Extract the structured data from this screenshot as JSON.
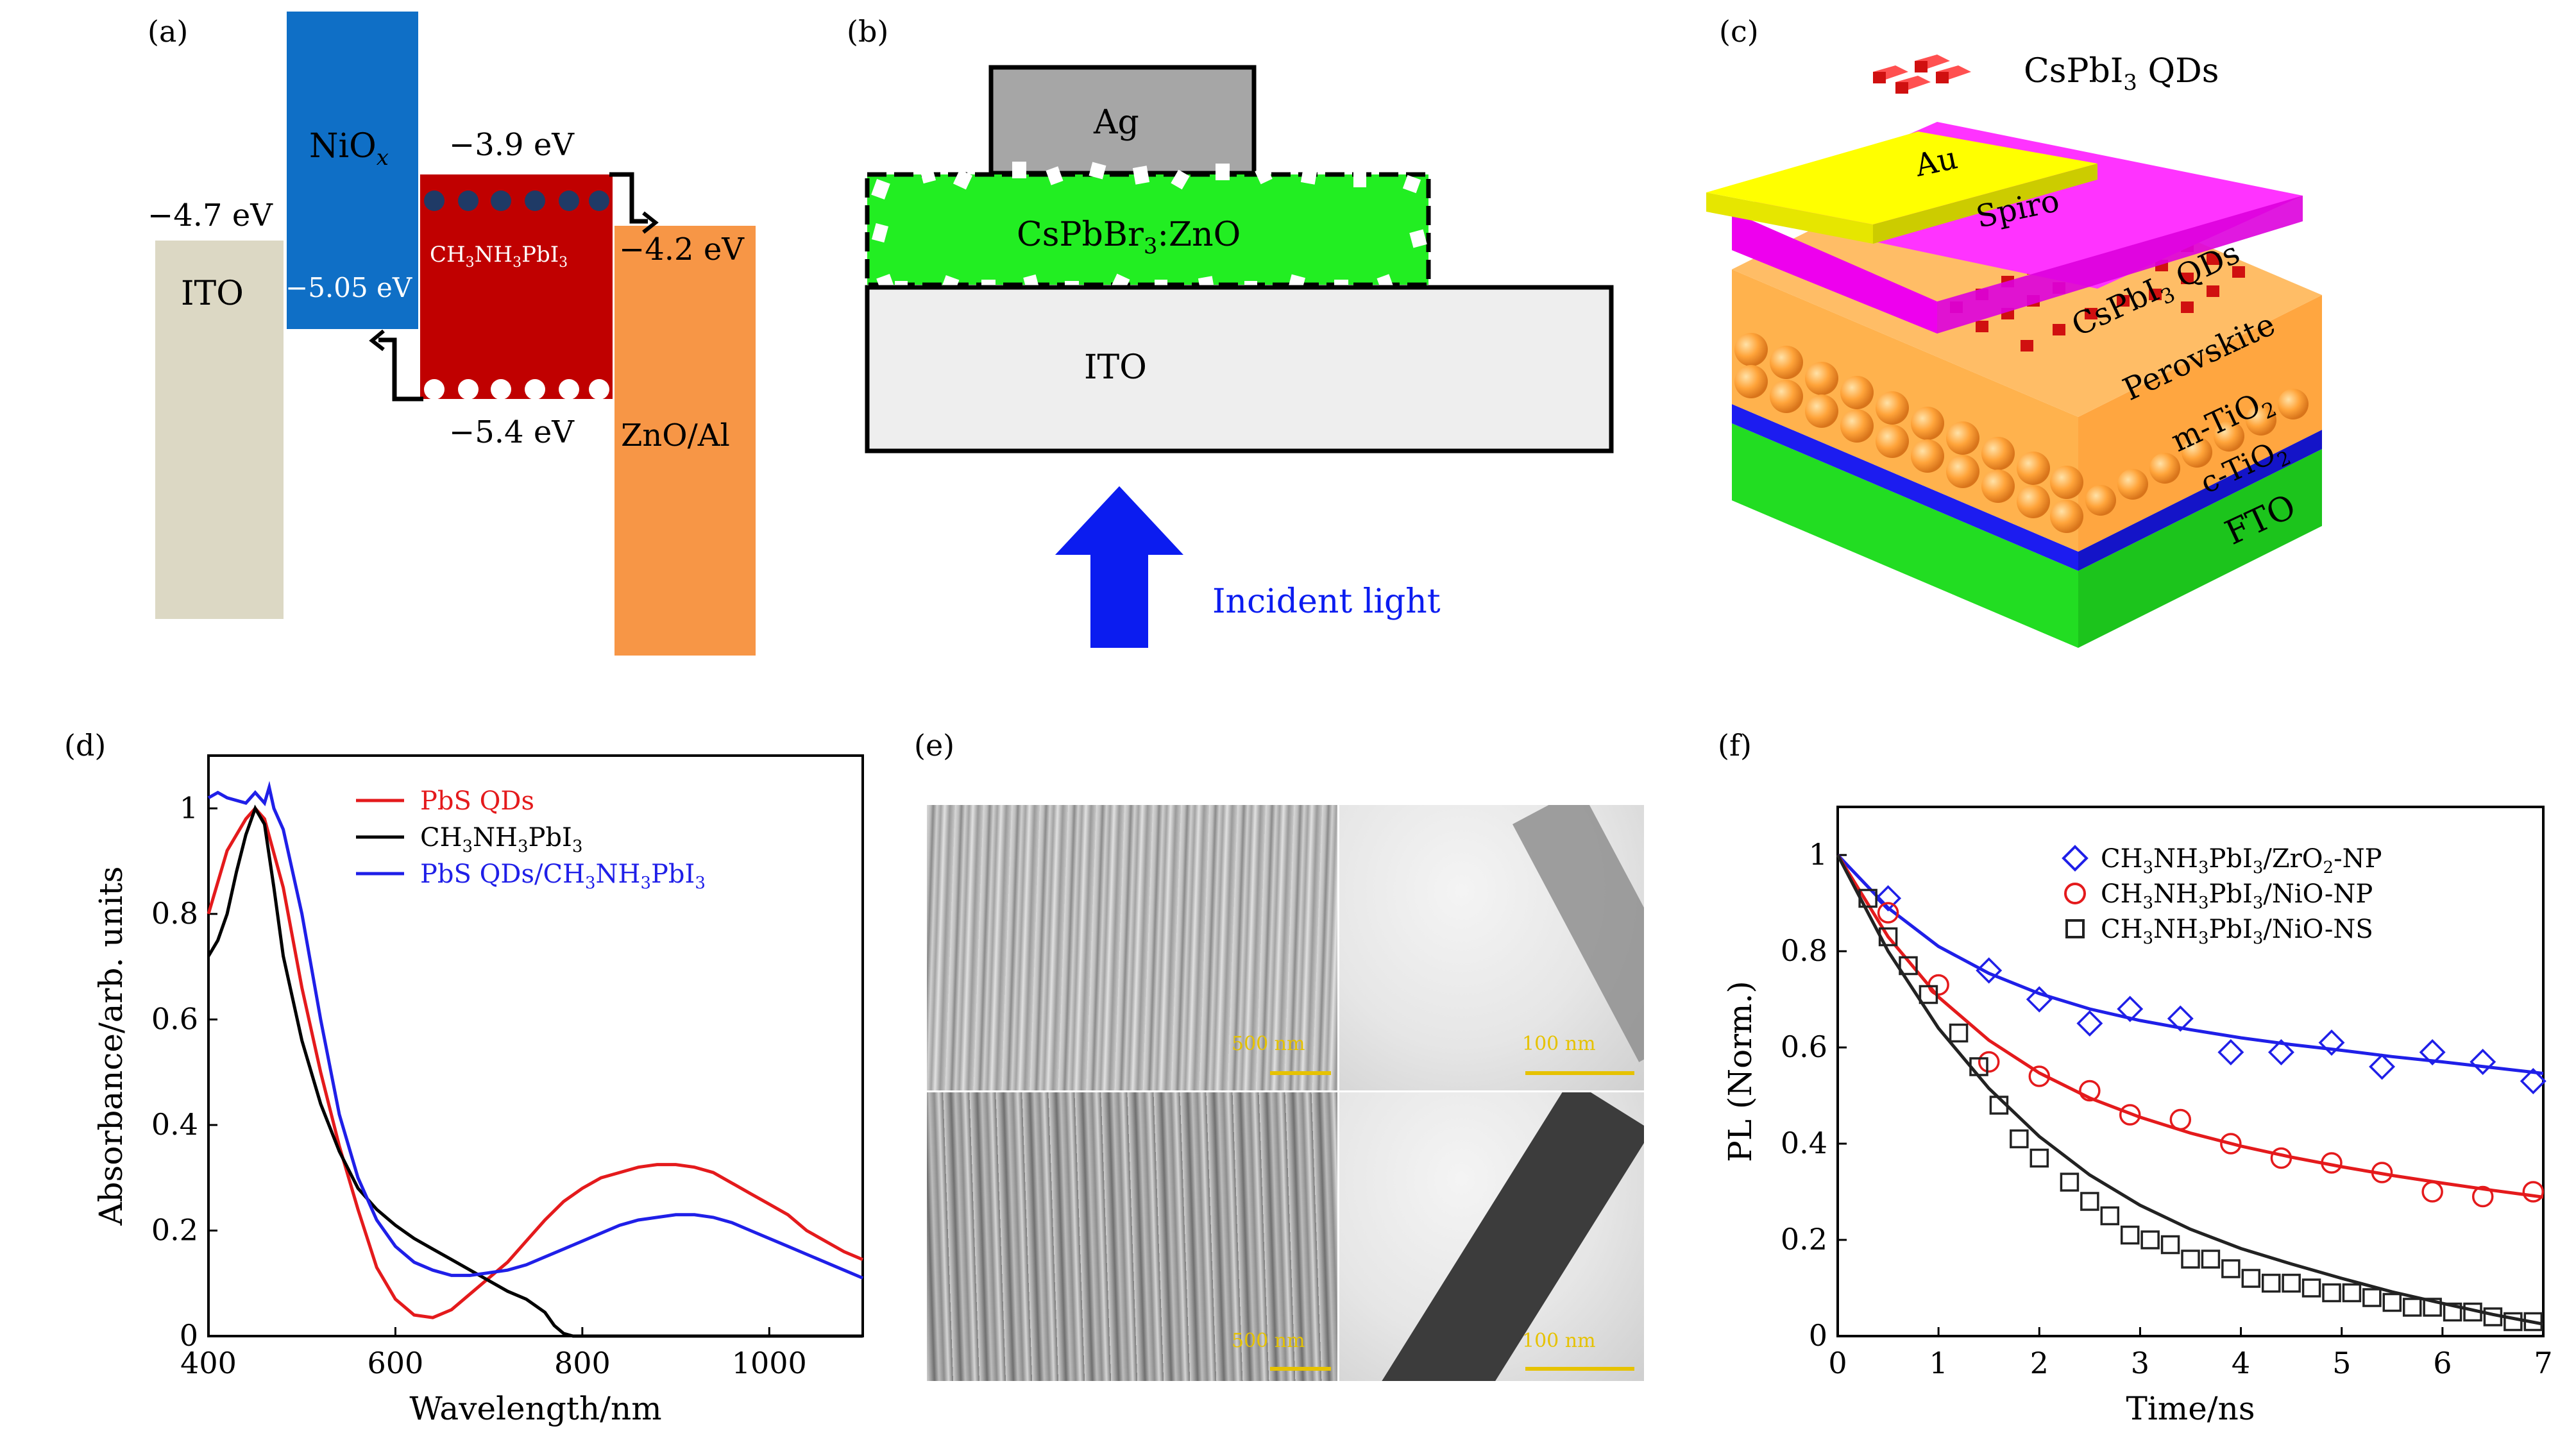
{
  "panels": {
    "a": {
      "label": "(a)",
      "layers": [
        "ITO",
        "NiO",
        "CH",
        "3",
        "NH",
        "3",
        "PbI",
        "3",
        "ZnO/Al"
      ],
      "nio_sub": "x",
      "levels": {
        "ito": "−4.7 eV",
        "lumo": "−3.9 eV",
        "homo_nio": "−5.05 eV",
        "zno": "−4.2 eV",
        "homo": "−5.4 eV"
      },
      "colors": {
        "ito": "#dcd8c4",
        "nio": "#0f6fc6",
        "perov": "#c00000",
        "zno": "#f79646"
      }
    },
    "b": {
      "label": "(b)",
      "ag": "Ag",
      "active": [
        "CsPbBr",
        "3",
        ":ZnO"
      ],
      "ito": "ITO",
      "light": "Incident light",
      "colors": {
        "ag": "#a6a6a6",
        "active": "#22ee22",
        "ito": "#eeeeee",
        "arrow": "#0b1cf0"
      }
    },
    "c": {
      "label": "(c)",
      "qd_legend": [
        "CsPbI",
        "3",
        " QDs"
      ],
      "layers": [
        "Au",
        "Spiro",
        "CsPbI",
        "3",
        " QDs",
        "Perovskite",
        "m-TiO",
        "2",
        "c-TiO",
        "2",
        "FTO"
      ],
      "colors": {
        "au": "#ffff00",
        "spiro": "#ff00ff",
        "qd": "#ff2020",
        "perov": "#ffa640",
        "mtio": "#ff8c1a",
        "ctio": "#1c1cf0",
        "fto": "#22dd22"
      }
    },
    "d": {
      "label": "(d)",
      "legend_parts": [
        [
          "PbS QDs"
        ],
        [
          "CH",
          "3",
          "NH",
          "3",
          "PbI",
          "3"
        ],
        [
          "PbS QDs/CH",
          "3",
          "NH",
          "3",
          "PbI",
          "3"
        ]
      ]
    },
    "e": {
      "label": "(e)",
      "scales": [
        "500 nm",
        "100 nm",
        "500 nm",
        "100 nm"
      ]
    },
    "f": {
      "label": "(f)",
      "legend_parts": [
        [
          "CH",
          "3",
          "NH",
          "3",
          "PbI",
          "3",
          "/ZrO",
          "2",
          "-NP"
        ],
        [
          "CH",
          "3",
          "NH",
          "3",
          "PbI",
          "3",
          "/NiO-NP"
        ],
        [
          "CH",
          "3",
          "NH",
          "3",
          "PbI",
          "3",
          "/NiO-NS"
        ]
      ]
    }
  },
  "chart_data": [
    {
      "type": "line",
      "panel": "d",
      "xlabel": "Wavelength/nm",
      "ylabel": "Absorbance/arb. units",
      "xlim": [
        400,
        1100
      ],
      "ylim": [
        0,
        1.1
      ],
      "xticks": [
        400,
        600,
        800,
        1000
      ],
      "yticks": [
        0,
        0.2,
        0.4,
        0.6,
        0.8,
        1.0
      ],
      "series": [
        {
          "name": "PbS QDs",
          "color": "#e41a1c",
          "x": [
            400,
            420,
            440,
            450,
            460,
            480,
            500,
            520,
            540,
            560,
            580,
            600,
            620,
            640,
            660,
            680,
            700,
            720,
            740,
            760,
            780,
            800,
            820,
            840,
            860,
            880,
            900,
            920,
            940,
            960,
            980,
            1000,
            1020,
            1040,
            1060,
            1080,
            1100
          ],
          "y": [
            0.8,
            0.92,
            0.98,
            1.0,
            0.98,
            0.85,
            0.66,
            0.5,
            0.36,
            0.24,
            0.13,
            0.07,
            0.04,
            0.035,
            0.05,
            0.08,
            0.11,
            0.14,
            0.18,
            0.22,
            0.255,
            0.28,
            0.3,
            0.31,
            0.32,
            0.325,
            0.325,
            0.32,
            0.31,
            0.29,
            0.27,
            0.25,
            0.23,
            0.2,
            0.18,
            0.16,
            0.145
          ]
        },
        {
          "name": "CH3NH3PbI3",
          "color": "#000000",
          "x": [
            400,
            410,
            420,
            430,
            440,
            450,
            460,
            470,
            480,
            500,
            520,
            540,
            560,
            580,
            600,
            620,
            640,
            660,
            680,
            700,
            720,
            740,
            760,
            770,
            780,
            790,
            800,
            850,
            900,
            1000,
            1100
          ],
          "y": [
            0.72,
            0.75,
            0.8,
            0.88,
            0.95,
            1.0,
            0.97,
            0.85,
            0.72,
            0.56,
            0.44,
            0.35,
            0.28,
            0.24,
            0.21,
            0.185,
            0.165,
            0.145,
            0.125,
            0.105,
            0.085,
            0.07,
            0.045,
            0.02,
            0.005,
            0,
            0,
            0,
            0,
            0,
            0
          ]
        },
        {
          "name": "PbS QDs/CH3NH3PbI3",
          "color": "#1f1fe8",
          "x": [
            400,
            410,
            420,
            440,
            450,
            460,
            465,
            470,
            480,
            500,
            520,
            540,
            560,
            580,
            600,
            620,
            640,
            660,
            680,
            700,
            720,
            740,
            760,
            780,
            800,
            820,
            840,
            860,
            880,
            900,
            920,
            940,
            960,
            980,
            1000,
            1020,
            1040,
            1060,
            1080,
            1100
          ],
          "y": [
            1.02,
            1.03,
            1.02,
            1.01,
            1.03,
            1.01,
            1.04,
            1.0,
            0.96,
            0.8,
            0.6,
            0.42,
            0.3,
            0.22,
            0.17,
            0.14,
            0.125,
            0.115,
            0.115,
            0.12,
            0.125,
            0.135,
            0.15,
            0.165,
            0.18,
            0.195,
            0.21,
            0.22,
            0.225,
            0.23,
            0.23,
            0.225,
            0.215,
            0.2,
            0.185,
            0.17,
            0.155,
            0.14,
            0.125,
            0.11
          ]
        }
      ]
    },
    {
      "type": "scatter",
      "panel": "f",
      "xlabel": "Time/ns",
      "ylabel": "PL (Norm.)",
      "xlim": [
        0,
        7
      ],
      "ylim": [
        0,
        1.1
      ],
      "xticks": [
        0,
        1,
        2,
        3,
        4,
        5,
        6,
        7
      ],
      "yticks": [
        0,
        0.2,
        0.4,
        0.6,
        0.8,
        1.0
      ],
      "series": [
        {
          "name": "CH3NH3PbI3/ZrO2-NP",
          "color": "#1f1fe8",
          "marker": "diamond",
          "x": [
            0.5,
            1.5,
            2.0,
            2.5,
            2.9,
            3.4,
            3.9,
            4.4,
            4.9,
            5.4,
            5.9,
            6.4,
            6.9
          ],
          "y": [
            0.91,
            0.76,
            0.7,
            0.65,
            0.68,
            0.66,
            0.59,
            0.59,
            0.61,
            0.56,
            0.59,
            0.57,
            0.53
          ],
          "fit_x": [
            0,
            0.5,
            1,
            1.5,
            2,
            2.5,
            3,
            3.5,
            4,
            4.5,
            5,
            5.5,
            6,
            6.5,
            7
          ],
          "fit_y": [
            1.0,
            0.89,
            0.81,
            0.754,
            0.712,
            0.68,
            0.656,
            0.637,
            0.62,
            0.606,
            0.594,
            0.581,
            0.57,
            0.558,
            0.546
          ]
        },
        {
          "name": "CH3NH3PbI3/NiO-NP",
          "color": "#e41a1c",
          "marker": "circle",
          "x": [
            0.5,
            1.0,
            1.5,
            2.0,
            2.5,
            2.9,
            3.4,
            3.9,
            4.4,
            4.9,
            5.4,
            5.9,
            6.4,
            6.9
          ],
          "y": [
            0.88,
            0.73,
            0.57,
            0.54,
            0.51,
            0.46,
            0.45,
            0.4,
            0.37,
            0.36,
            0.34,
            0.3,
            0.29,
            0.3
          ],
          "fit_x": [
            0,
            0.5,
            1,
            1.5,
            2,
            2.5,
            3,
            3.5,
            4,
            4.5,
            5,
            5.5,
            6,
            6.5,
            7
          ],
          "fit_y": [
            1.0,
            0.83,
            0.705,
            0.615,
            0.547,
            0.495,
            0.455,
            0.422,
            0.395,
            0.372,
            0.352,
            0.334,
            0.318,
            0.303,
            0.289
          ]
        },
        {
          "name": "CH3NH3PbI3/NiO-NS",
          "color": "#222222",
          "marker": "square",
          "x": [
            0.3,
            0.5,
            0.7,
            0.9,
            1.2,
            1.4,
            1.6,
            1.8,
            2.0,
            2.3,
            2.5,
            2.7,
            2.9,
            3.1,
            3.3,
            3.5,
            3.7,
            3.9,
            4.1,
            4.3,
            4.5,
            4.7,
            4.9,
            5.1,
            5.3,
            5.5,
            5.7,
            5.9,
            6.1,
            6.3,
            6.5,
            6.7,
            6.9
          ],
          "y": [
            0.91,
            0.83,
            0.77,
            0.71,
            0.63,
            0.56,
            0.48,
            0.41,
            0.37,
            0.32,
            0.28,
            0.25,
            0.21,
            0.2,
            0.19,
            0.16,
            0.16,
            0.14,
            0.12,
            0.11,
            0.11,
            0.1,
            0.09,
            0.09,
            0.08,
            0.07,
            0.06,
            0.06,
            0.05,
            0.05,
            0.04,
            0.03,
            0.03
          ],
          "fit_x": [
            0,
            0.5,
            1,
            1.5,
            2,
            2.5,
            3,
            3.5,
            4,
            4.5,
            5,
            5.5,
            6,
            6.5,
            7
          ],
          "fit_y": [
            1.0,
            0.8,
            0.64,
            0.515,
            0.415,
            0.335,
            0.272,
            0.222,
            0.182,
            0.15,
            0.12,
            0.092,
            0.068,
            0.045,
            0.025
          ]
        }
      ]
    }
  ]
}
